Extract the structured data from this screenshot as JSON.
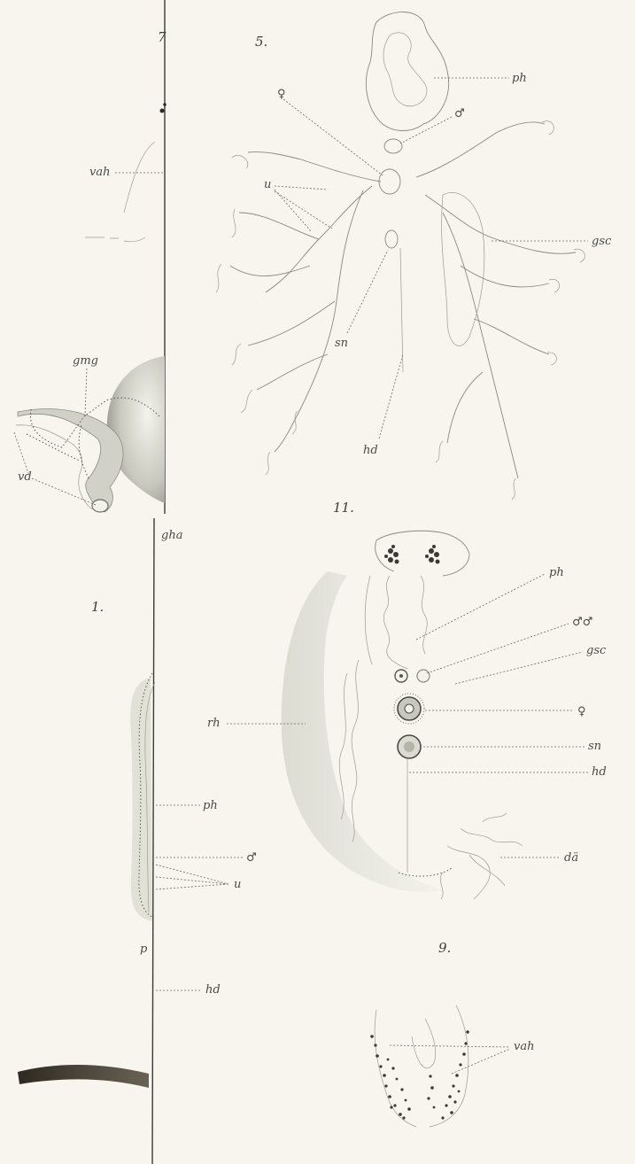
{
  "figure_numbers": {
    "fig7": "7",
    "fig5": "5.",
    "fig11": "11.",
    "fig1": "1.",
    "fig9": "9."
  },
  "labels": {
    "fig7_vah": "vah",
    "fig7_gmg": "gmg",
    "fig7_vd": "vd",
    "gha": "gha",
    "fig5_ph": "ph",
    "fig5_female": "♀",
    "fig5_male": "♂",
    "fig5_u": "u",
    "fig5_gsc": "gsc",
    "fig5_sn": "sn",
    "fig5_hd": "hd",
    "fig11_ph": "ph",
    "fig11_males": "♂♂",
    "fig11_gsc": "gsc",
    "fig11_female": "♀",
    "fig11_rh": "rh",
    "fig11_sn": "sn",
    "fig11_hd": "hd",
    "fig11_da": "dä",
    "fig1_ph": "ph",
    "fig1_male": "♂",
    "fig1_u": "u",
    "fig1_p": "p",
    "fig1_hd": "hd",
    "fig9_vah": "vah"
  },
  "colors": {
    "paper": "#f7f5ee",
    "ink": "#4a4a44",
    "shade": "#d9d8cf",
    "dark_bar": "#4a4438"
  }
}
